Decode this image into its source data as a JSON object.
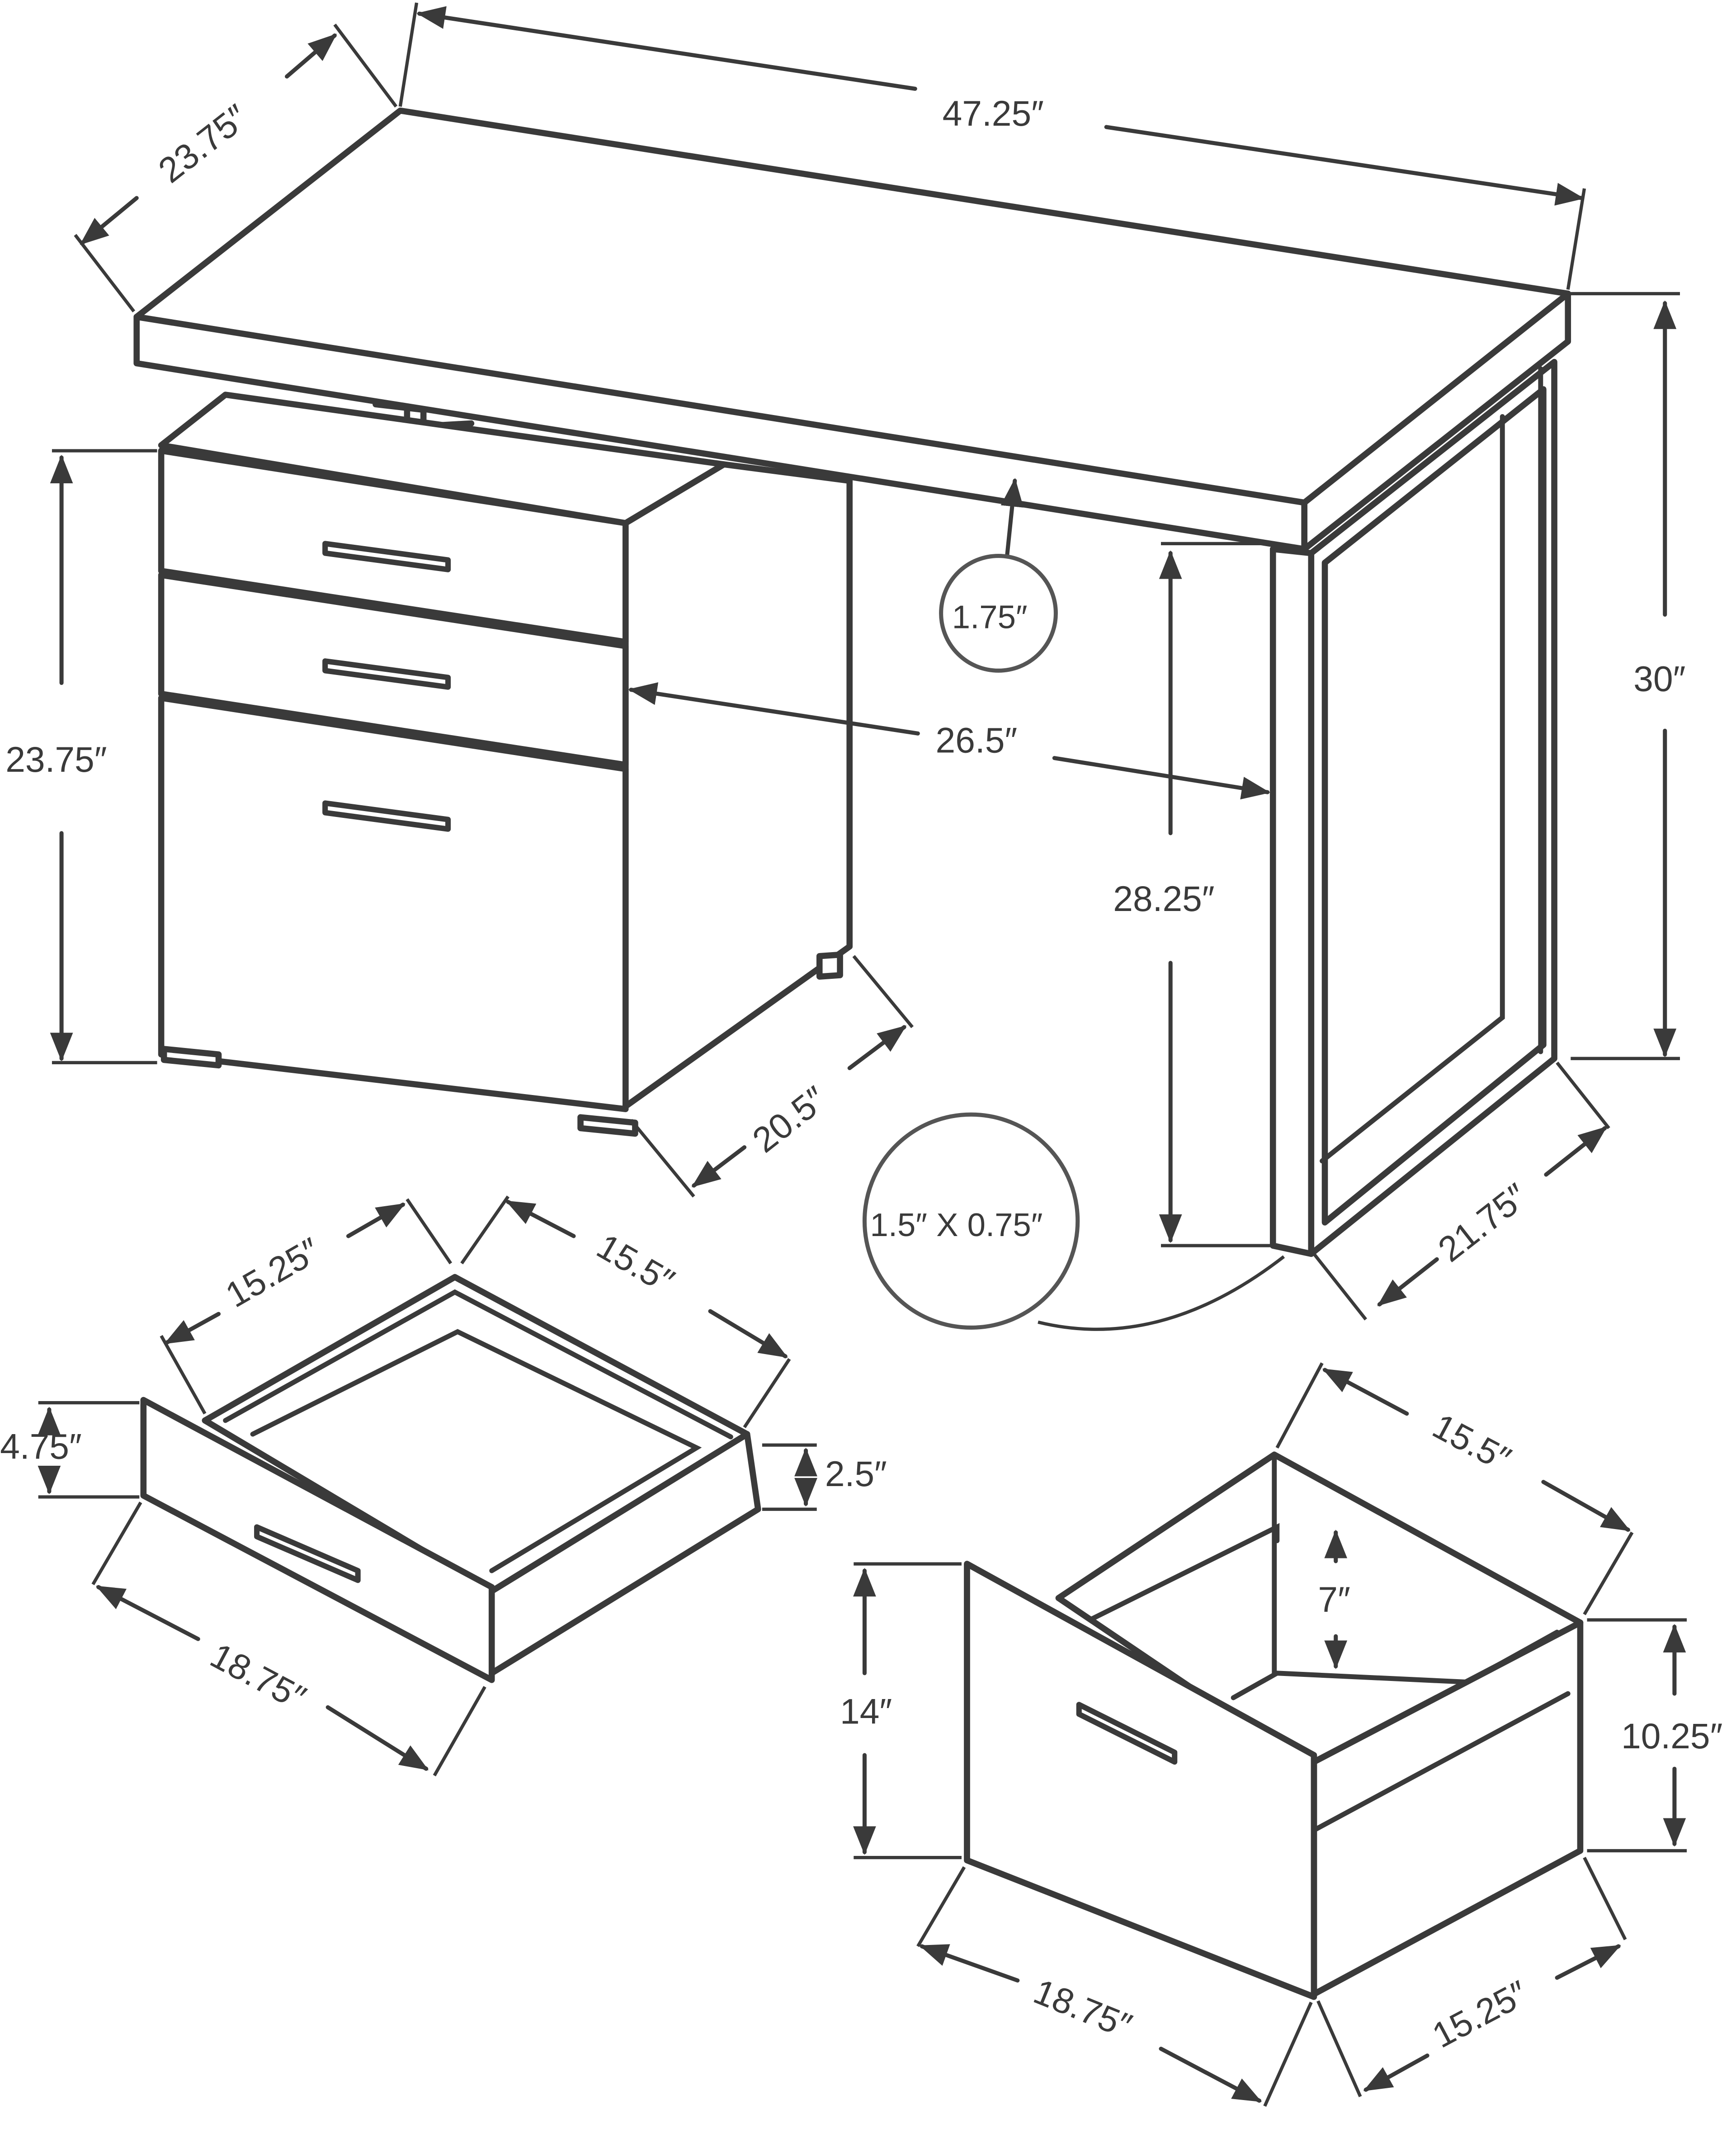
{
  "labels": {
    "desk_width": "47.25″",
    "desk_depth": "23.75″",
    "desk_height": "30″",
    "cabinet_height": "23.75″",
    "top_thickness": "1.75″",
    "knee_space_width": "26.5″",
    "knee_space_height": "28.25″",
    "leg_profile": "1.5″ X 0.75″",
    "cabinet_depth": "20.5″",
    "leg_depth": "21.75″",
    "drawer_inner_width": "15.25″",
    "drawer_inner_depth": "15.5″",
    "drawer_front_height": "4.75″",
    "drawer_inner_height": "2.5″",
    "drawer_front_width": "18.75″",
    "file_inner_depth": "15.5″",
    "file_rail_height": "7″",
    "file_front_height": "14″",
    "file_inner_height": "10.25″",
    "file_front_width": "18.75″",
    "file_inner_width": "15.25″"
  }
}
